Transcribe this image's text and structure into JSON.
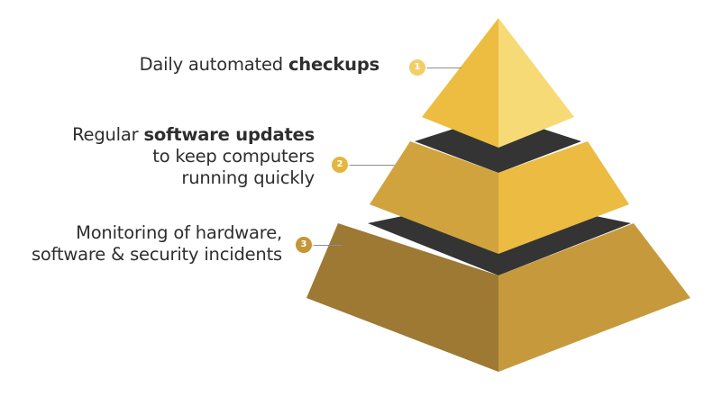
{
  "tiers": [
    {
      "number": "1",
      "text_before": "Daily automated ",
      "text_bold": "checkups",
      "text_after": "",
      "badge_color": "#f2cf66"
    },
    {
      "number": "2",
      "text_before": "Regular ",
      "text_bold": "software updates",
      "text_after": "to keep computers running quickly",
      "line1_after": "",
      "line2": "to keep computers",
      "line3": "running quickly",
      "badge_color": "#e4b63c"
    },
    {
      "number": "3",
      "line1": "Monitoring of hardware,",
      "line2": "software & security incidents",
      "badge_color": "#c49637"
    }
  ],
  "colors": {
    "tier1_left": "#ecbd40",
    "tier1_right": "#f6da76",
    "tier2_left": "#d0a33e",
    "tier2_right": "#ebbb42",
    "tier3_left": "#9d7934",
    "tier3_right": "#c69a3c",
    "gap": "#343434"
  }
}
